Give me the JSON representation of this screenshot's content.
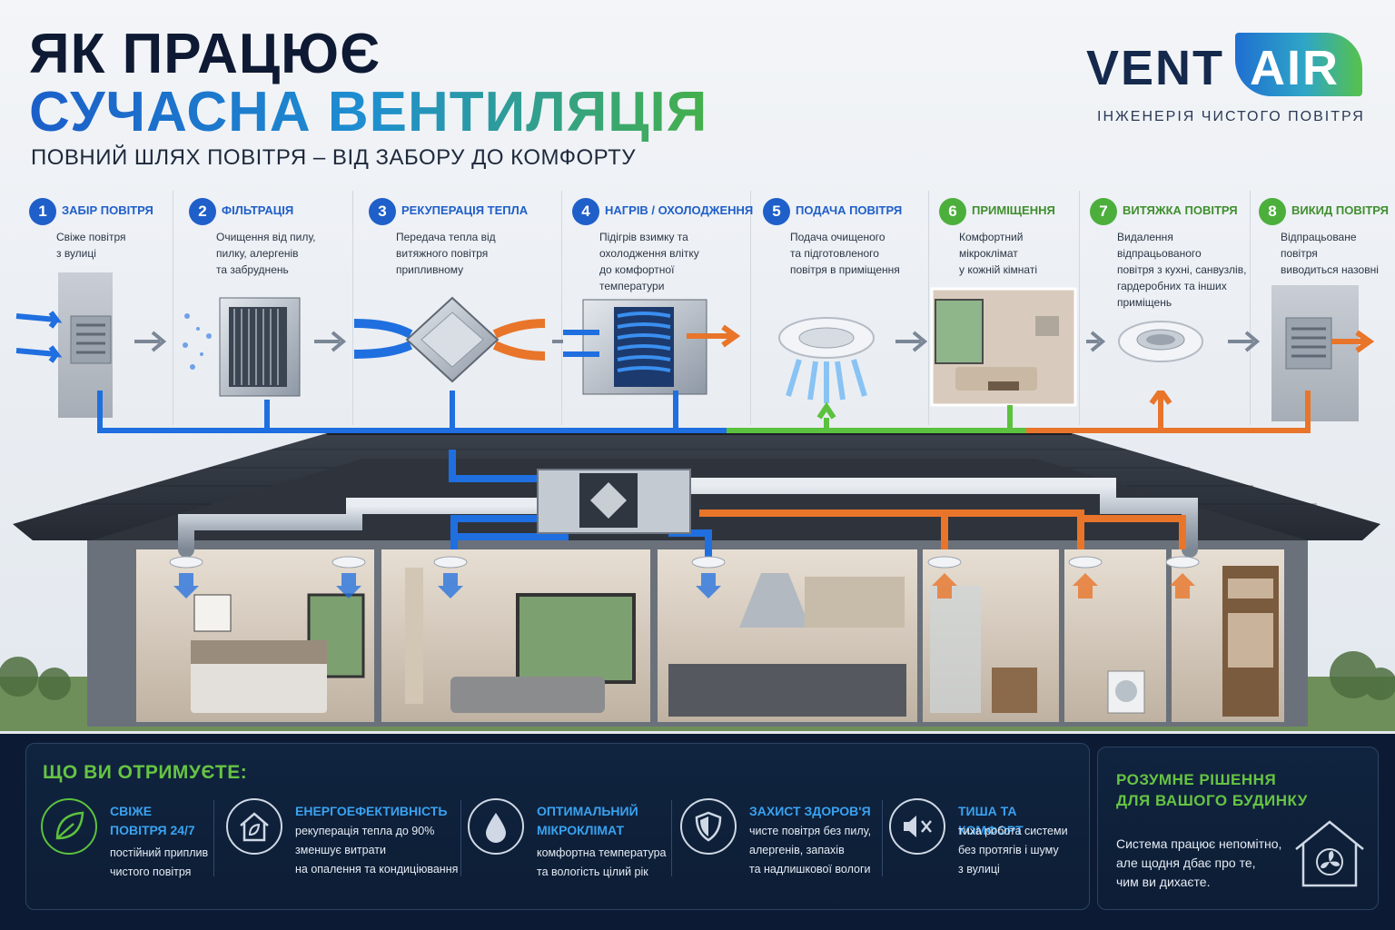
{
  "header": {
    "title_line1": "ЯК ПРАЦЮЄ",
    "title_line2": "СУЧАСНА ВЕНТИЛЯЦІЯ",
    "subtitle": "ПОВНИЙ ШЛЯХ ПОВІТРЯ – ВІД ЗАБОРУ ДО КОМФОРТУ"
  },
  "logo": {
    "part1": "VENT",
    "part2": "AIR",
    "tagline": "ІНЖЕНЕРІЯ ЧИСТОГО ПОВІТРЯ"
  },
  "colors": {
    "blue": "#1f5fc9",
    "green": "#4caf3c",
    "orange": "#e8752a",
    "navy": "#0c1b33"
  },
  "steps": [
    {
      "num": "1",
      "title": "ЗАБІР ПОВІТРЯ",
      "desc": [
        "Свіже повітря",
        "з вулиці"
      ],
      "color": "#1f5fc9"
    },
    {
      "num": "2",
      "title": "ФІЛЬТРАЦІЯ",
      "desc": [
        "Очищення від пилу,",
        "пилку, алергенів",
        "та забруднень"
      ],
      "color": "#1f5fc9"
    },
    {
      "num": "3",
      "title": "РЕКУПЕРАЦІЯ ТЕПЛА",
      "desc": [
        "Передача тепла від",
        "витяжного повітря",
        "припливному"
      ],
      "color": "#1f5fc9"
    },
    {
      "num": "4",
      "title": "НАГРІВ / ОХОЛОДЖЕННЯ",
      "desc": [
        "Підігрів взимку та",
        "охолодження влітку",
        "до комфортної",
        "температури"
      ],
      "color": "#1f5fc9"
    },
    {
      "num": "5",
      "title": "ПОДАЧА ПОВІТРЯ",
      "desc": [
        "Подача очищеного",
        "та підготовленого",
        "повітря в приміщення"
      ],
      "color": "#1f5fc9"
    },
    {
      "num": "6",
      "title": "ПРИМІЩЕННЯ",
      "desc": [
        "Комфортний мікроклімат",
        "у кожній кімнаті"
      ],
      "color": "#4caf3c"
    },
    {
      "num": "7",
      "title": "ВИТЯЖКА ПОВІТРЯ",
      "desc": [
        "Видалення відпрацьованого",
        "повітря з кухні, санвузлів,",
        "гардеробних та інших",
        "приміщень"
      ],
      "color": "#4caf3c"
    },
    {
      "num": "8",
      "title": "ВИКИД ПОВІТРЯ",
      "desc": [
        "Відпрацьоване повітря",
        "виводиться назовні"
      ],
      "color": "#4caf3c"
    }
  ],
  "benefits_title": "ЩО ВИ ОТРИМУЄТЕ:",
  "benefits": [
    {
      "icon": "leaf-icon",
      "title": [
        "СВІЖЕ",
        "ПОВІТРЯ 24/7"
      ],
      "desc": [
        "постійний приплив",
        "чистого повітря"
      ]
    },
    {
      "icon": "eco-house-icon",
      "title": [
        "ЕНЕРГОЕФЕКТИВНІСТЬ"
      ],
      "desc": [
        "рекуперація тепла до 90%",
        "зменшує витрати",
        "на опалення та кондиціювання"
      ]
    },
    {
      "icon": "water-drop-icon",
      "title": [
        "ОПТИМАЛЬНИЙ",
        "МІКРОКЛІМАТ"
      ],
      "desc": [
        "комфортна температура",
        "та вологість цілий рік"
      ]
    },
    {
      "icon": "shield-icon",
      "title": [
        "ЗАХИСТ ЗДОРОВ'Я"
      ],
      "desc": [
        "чисте повітря без пилу,",
        "алергенів, запахів",
        "та надлишкової вологи"
      ]
    },
    {
      "icon": "mute-speaker-icon",
      "title": [
        "ТИША ТА КОМФОРТ"
      ],
      "desc": [
        "тиха робота системи",
        "без протягів і шуму",
        "з вулиці"
      ]
    }
  ],
  "side": {
    "title": [
      "РОЗУМНЕ РІШЕННЯ",
      "ДЛЯ ВАШОГО БУДИНКУ"
    ],
    "desc": [
      "Система працює непомітно,",
      "але щодня дбає про те,",
      "чим ви дихаєте."
    ],
    "icon": "house-fan-icon"
  }
}
